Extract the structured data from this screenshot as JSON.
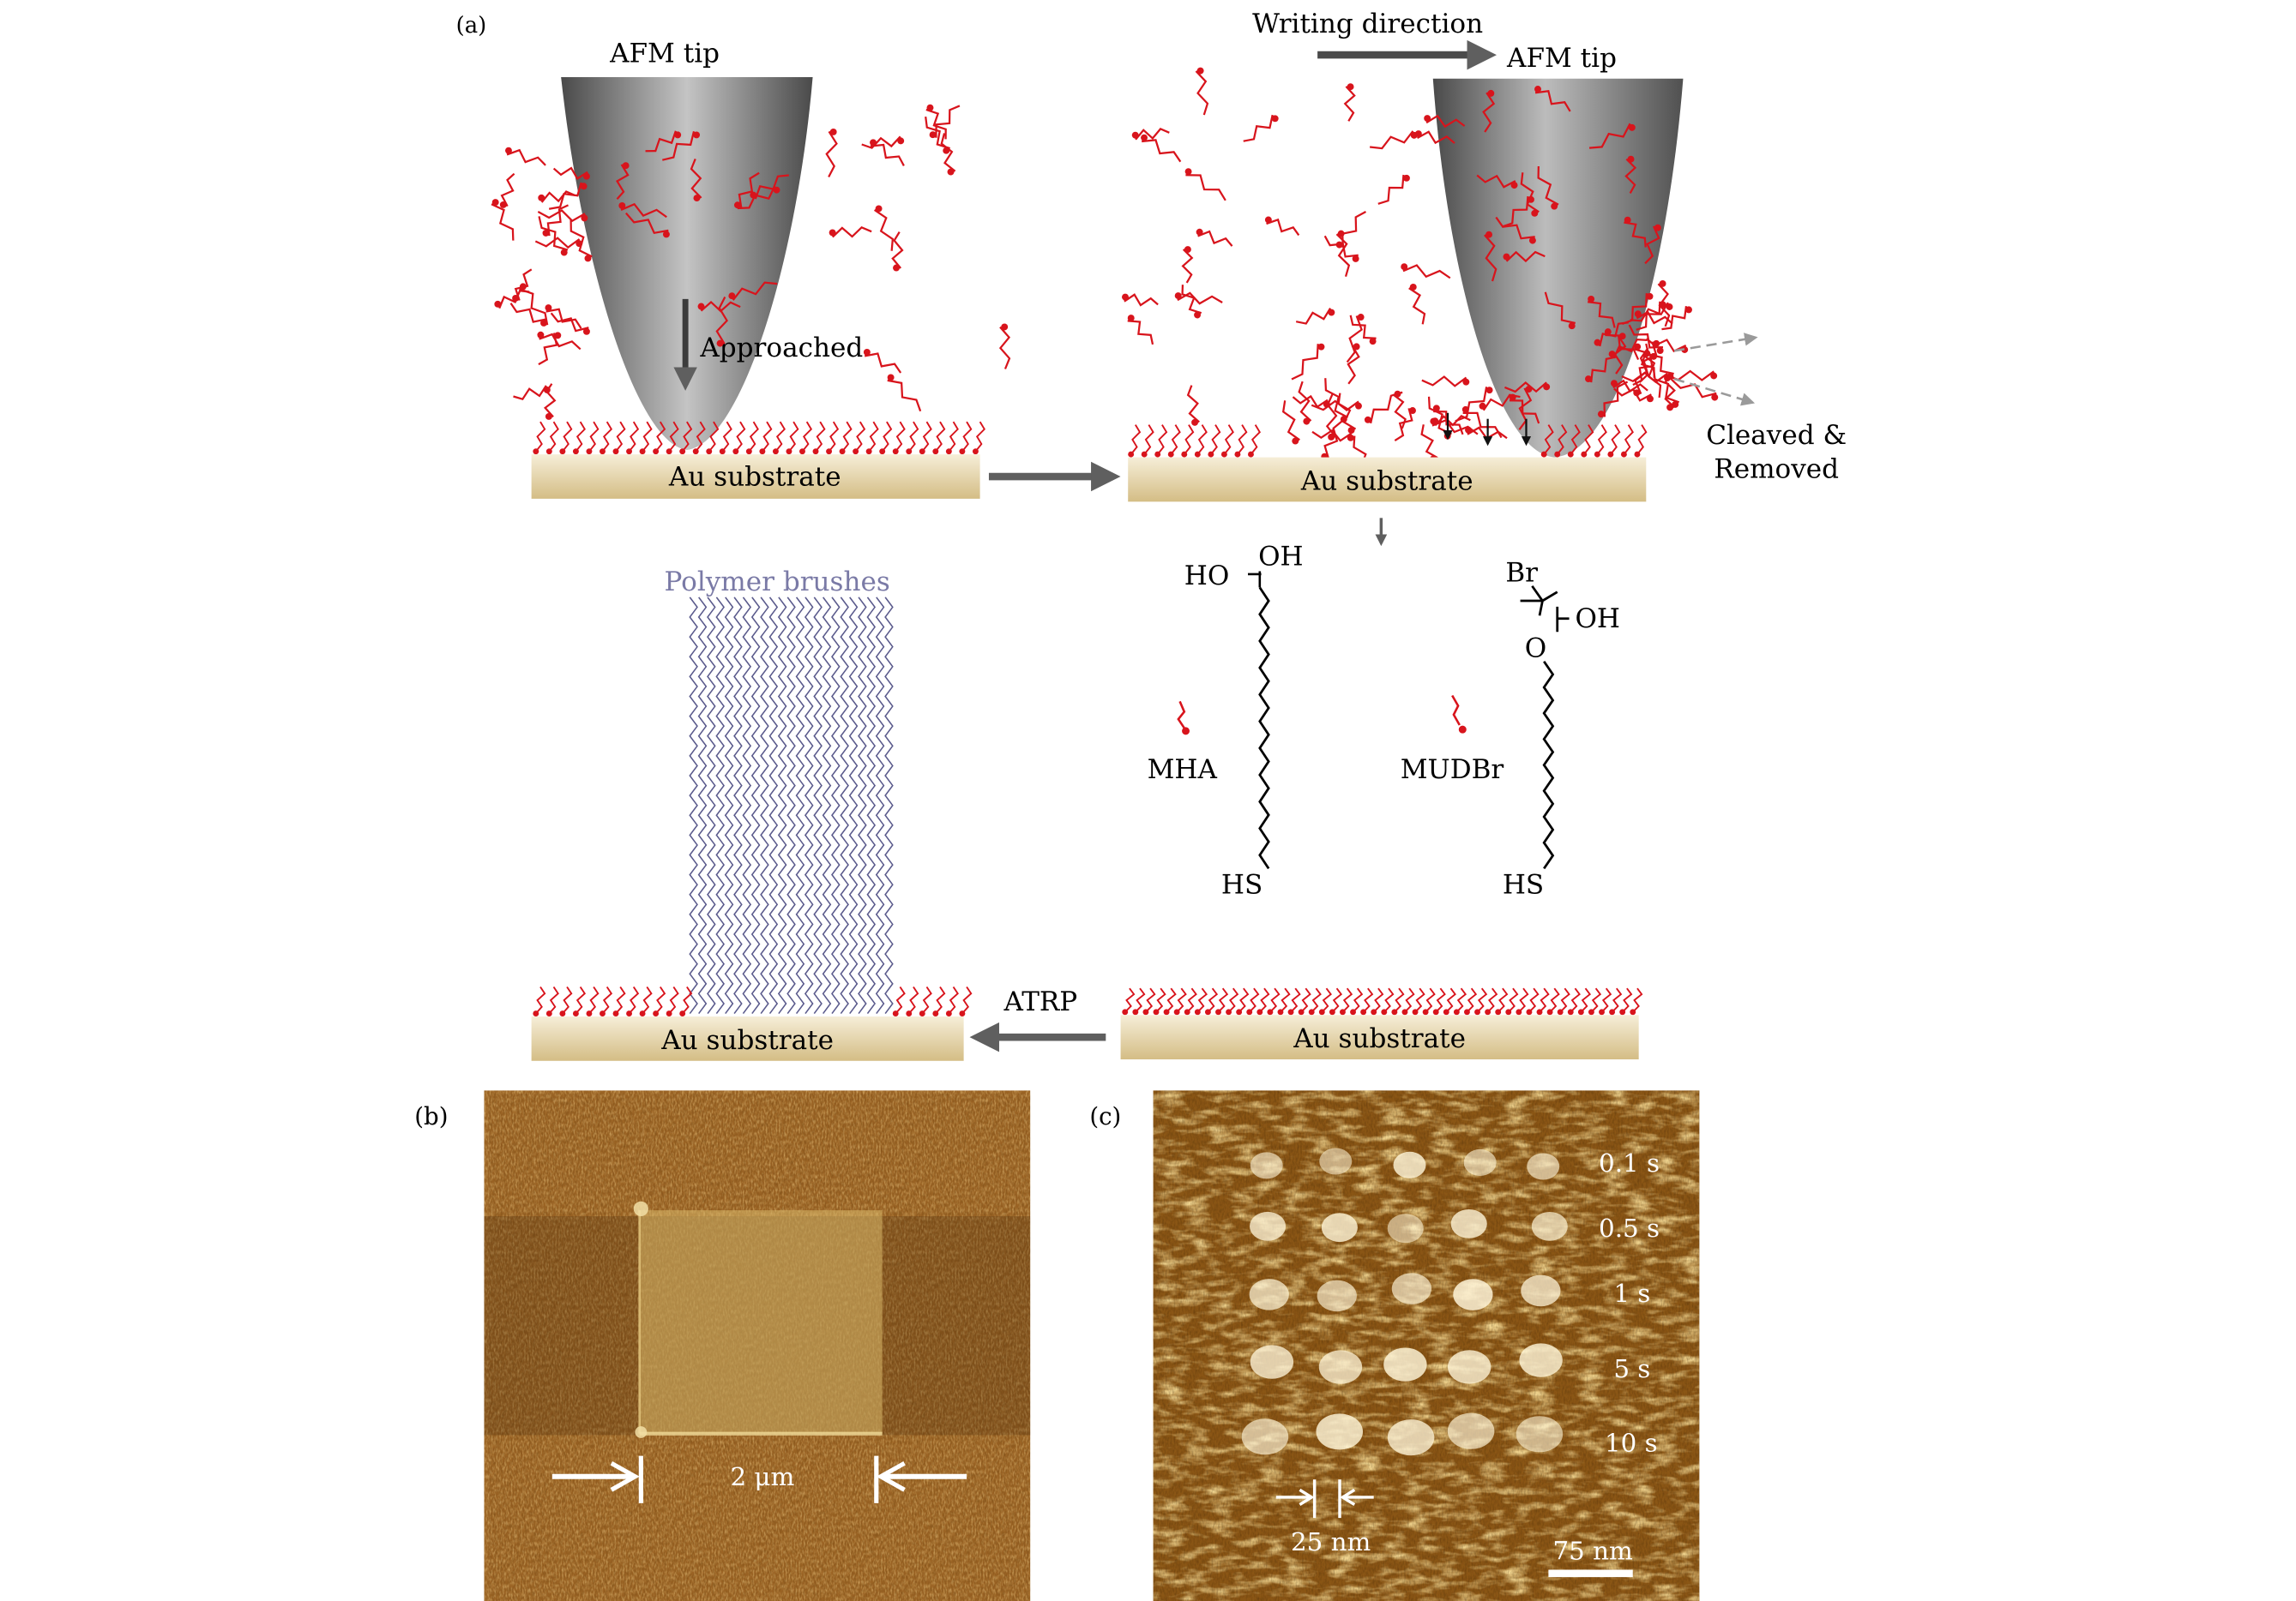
{
  "colors": {
    "substrate_light": "#f4ead0",
    "substrate_dark": "#d6c08a",
    "molecule": "#d8141c",
    "polymer": "#5a5a8c",
    "arrow": "#5f5f5f",
    "tip_dark": "#555555",
    "tip_light": "#bdbdbd",
    "afm_brown": "#8a5a1e",
    "afm_light": "#e8c98c",
    "label_white": "#ffffff"
  },
  "panel_a": {
    "label": "(a)",
    "step1": {
      "tip_label": "AFM tip",
      "motion_label": "Approached",
      "substrate": "Au substrate"
    },
    "step2": {
      "direction_label": "Writing direction",
      "tip_label": "AFM tip",
      "substrate": "Au substrate",
      "cleaved_line1": "Cleaved &",
      "cleaved_line2": "Removed"
    },
    "molecules": {
      "mha": {
        "name": "MHA",
        "top_left": "HO",
        "top_right": "OH",
        "bottom": "HS"
      },
      "mudbr": {
        "name": "MUDBr",
        "br": "Br",
        "oh": "OH",
        "o": "O",
        "bottom": "HS"
      }
    },
    "step3": {
      "substrate": "Au substrate"
    },
    "step4": {
      "label": "Polymer brushes",
      "substrate": "Au substrate",
      "reaction": "ATRP"
    }
  },
  "panel_b": {
    "label": "(b)",
    "scale": "2 μm"
  },
  "panel_c": {
    "label": "(c)",
    "times": [
      "0.1 s",
      "0.5 s",
      "1 s",
      "5 s",
      "10 s"
    ],
    "feature": "25 nm",
    "scale": "75 nm"
  }
}
